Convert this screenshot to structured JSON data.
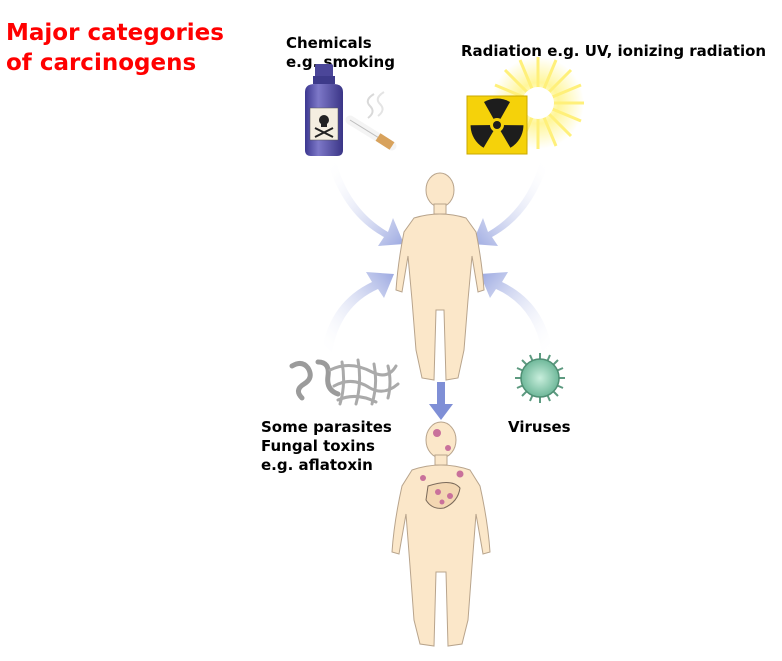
{
  "title": {
    "line1": "Major categories",
    "line2": "of carcinogens"
  },
  "labels": {
    "chemicals": {
      "line1": "Chemicals",
      "line2": "e.g. smoking"
    },
    "radiation": "Radiation e.g. UV, ionizing radiation",
    "parasites": {
      "line1": "Some parasites",
      "line2": "Fungal toxins",
      "line3": "e.g. aflatoxin"
    },
    "viruses": "Viruses"
  },
  "colors": {
    "title": "#ff0000",
    "skin": "#fbe7c9",
    "skin_outline": "#b8a48c",
    "arrow": "#aab4e4",
    "tumor": "#c9719b",
    "bottle": "#5a55a8",
    "radiation_yellow": "#f5d20a",
    "sun": "#fff27a",
    "virus": "#8fd0b8"
  },
  "icons": [
    "poison-bottle-icon",
    "cigarette-icon",
    "radiation-symbol-icon",
    "sun-icon",
    "parasite-worms-icon",
    "fungal-hyphae-icon",
    "virus-icon"
  ]
}
